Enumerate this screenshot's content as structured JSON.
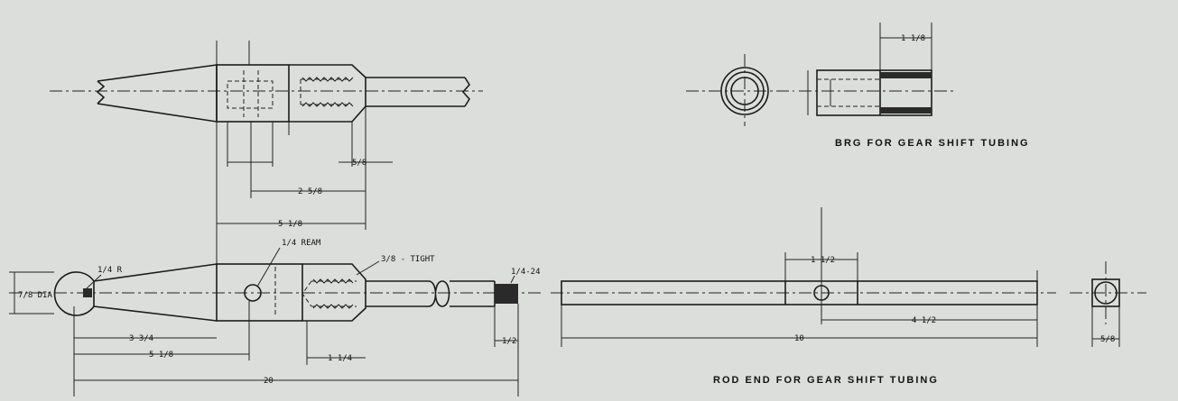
{
  "titles": {
    "bearing": "BRG FOR GEAR SHIFT TUBING",
    "rod_end": "ROD END FOR GEAR SHIFT TUBING"
  },
  "dimensions": {
    "top_two_5_8": "2 5/8",
    "top_five_5_8": "5 1/8",
    "ream_note": "1/4 REAM",
    "tight_note": "3/8 - TIGHT",
    "thread_note": "1/4-24",
    "ball_dia": "7/8 DIA",
    "radius": "1/4 R",
    "left_a": "3 3/4",
    "left_b": "5 1/8",
    "center_len": "1 1/4",
    "thread_len": "1/2",
    "overall": "20",
    "tube_slot": "1 1/2",
    "tube_off": "4 1/2",
    "tube_len": "10",
    "square": "5/8",
    "brg_len": "1 1/8",
    "top_small": "5/8"
  }
}
